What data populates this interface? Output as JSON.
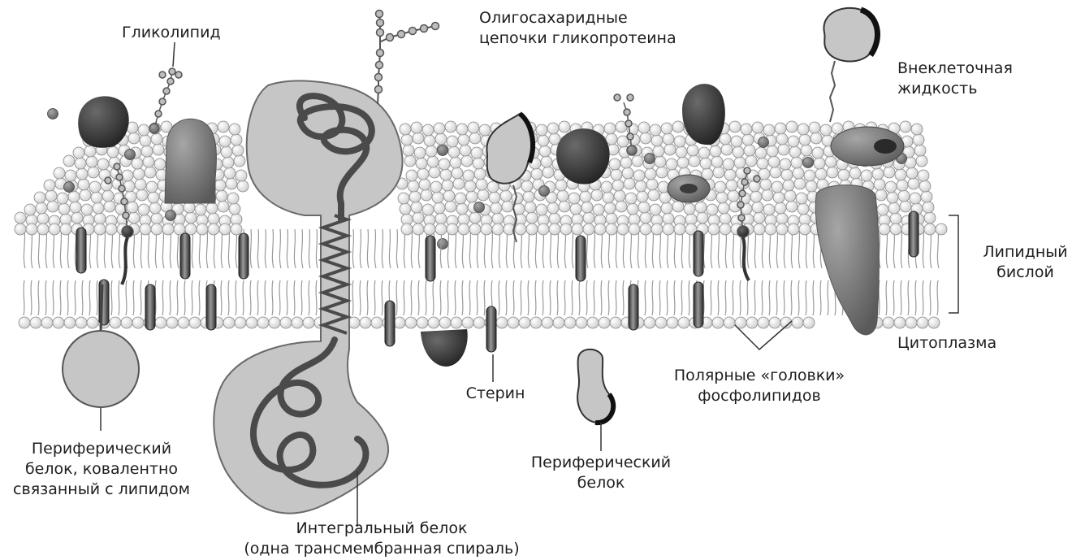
{
  "labels": {
    "glycolipid": "Гликолипид",
    "oligosaccharide_chains": "Олигосахаридные\nцепочки гликопротеина",
    "extracellular_fluid": "Внеклеточная\nжидкость",
    "lipid_bilayer": "Липидный\nбислой",
    "cytoplasm": "Цитоплазма",
    "polar_heads": "Полярные «головки»\nфосфолипидов",
    "sterol": "Стерин",
    "peripheral_protein": "Периферический\nбелок",
    "lipid_anchored_protein": "Периферический\nбелок, ковалентно\nсвязанный с липидом",
    "integral_protein": "Интегральный белок\n(одна трансмембранная спираль)"
  },
  "colors": {
    "background": "#ffffff",
    "text": "#1e1e1e",
    "head_fill": "#f2f2f2",
    "head_stroke": "#8a8a8a",
    "tail": "#9a9a9a",
    "protein_dark": "#3a3a3a",
    "protein_mid": "#7a7a7a",
    "protein_light": "#c4c4c4",
    "protein_outline": "#5a5a5a"
  }
}
